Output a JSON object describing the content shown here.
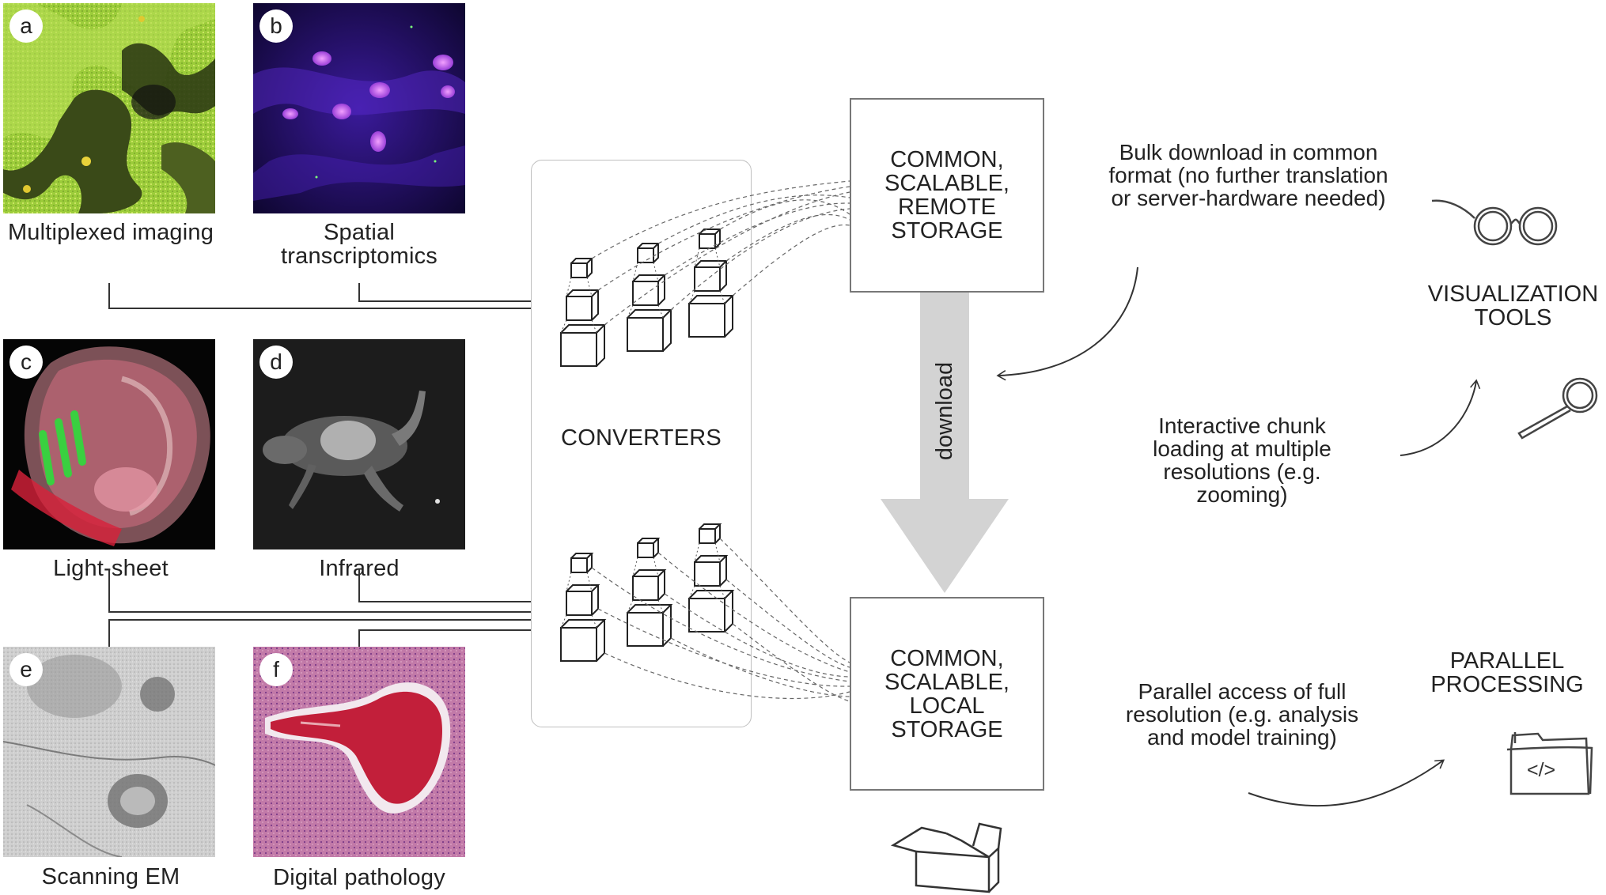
{
  "panels": [
    {
      "letter": "a",
      "caption": "Multiplexed imaging"
    },
    {
      "letter": "b",
      "caption": "Spatial\ntranscriptomics"
    },
    {
      "letter": "c",
      "caption": "Light-sheet"
    },
    {
      "letter": "d",
      "caption": "Infrared"
    },
    {
      "letter": "e",
      "caption": "Scanning EM"
    },
    {
      "letter": "f",
      "caption": "Digital pathology"
    }
  ],
  "converters_label": "CONVERTERS",
  "remote_storage": "COMMON,\nSCALABLE,\nREMOTE\nSTORAGE",
  "local_storage": "COMMON,\nSCALABLE,\nLOCAL\nSTORAGE",
  "download_label": "download",
  "bulk_download_note": "Bulk download in common\nformat (no further translation\nor server-hardware needed)",
  "interactive_note": "Interactive chunk\nloading at multiple\nresolutions (e.g.\nzooming)",
  "parallel_note": "Parallel access of full\nresolution (e.g. analysis\nand model training)",
  "visualization_tools": "VISUALIZATION\nTOOLS",
  "parallel_processing": "PARALLEL\nPROCESSING",
  "code_icon_text": "</>"
}
